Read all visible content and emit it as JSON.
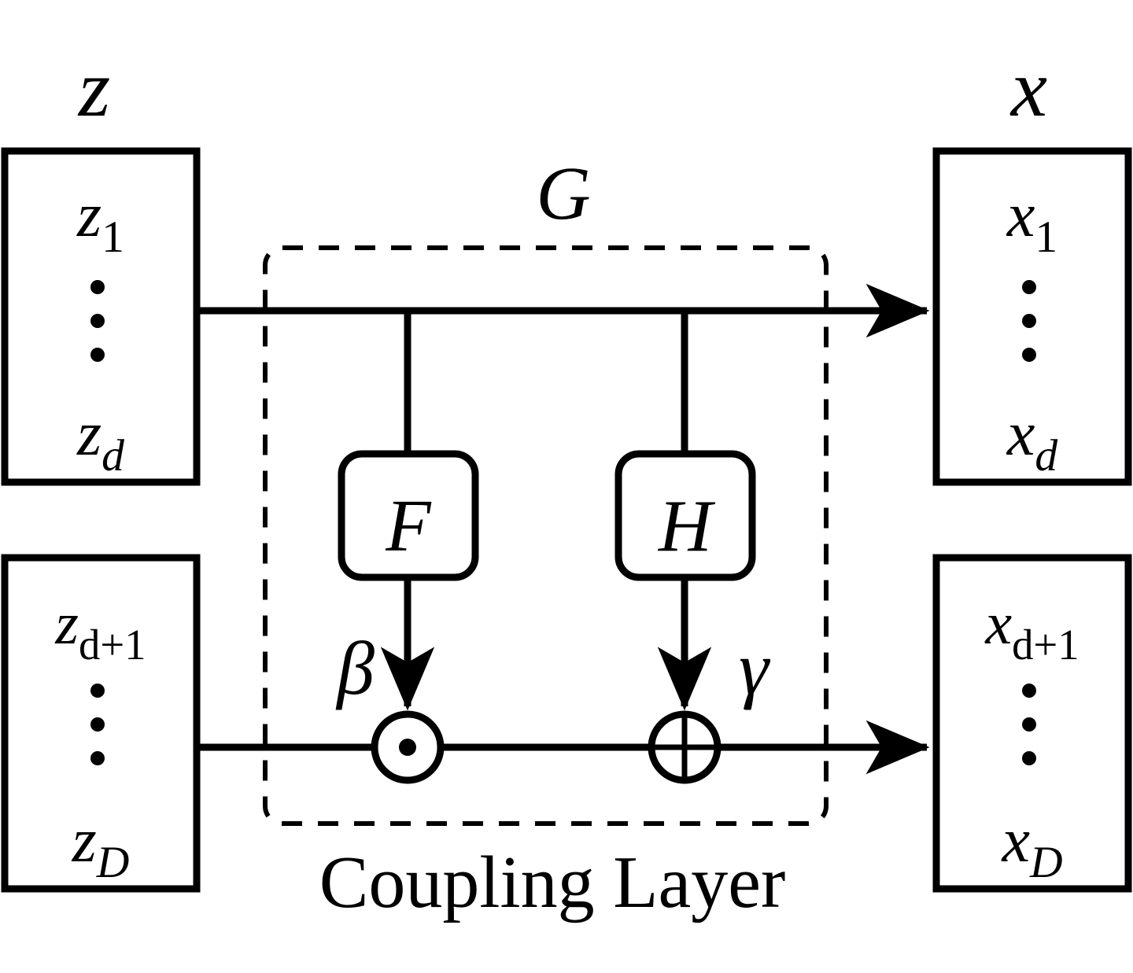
{
  "figure": {
    "caption": "Coupling Layer",
    "transform_label": "G",
    "input_vector_label": "z",
    "output_vector_label": "x",
    "colors": {
      "stroke": "#000000",
      "background": "#ffffff"
    }
  },
  "input_blocks": [
    {
      "id": "z-upper",
      "top_entry": "z",
      "top_entry_sub": "1",
      "bottom_entry": "z",
      "bottom_entry_sub": "d",
      "ellipsis": "⋮"
    },
    {
      "id": "z-lower",
      "top_entry": "z",
      "top_entry_sub": "d+1",
      "bottom_entry": "z",
      "bottom_entry_sub": "D",
      "ellipsis": "⋮"
    }
  ],
  "output_blocks": [
    {
      "id": "x-upper",
      "top_entry": "x",
      "top_entry_sub": "1",
      "bottom_entry": "x",
      "bottom_entry_sub": "d",
      "ellipsis": "⋮"
    },
    {
      "id": "x-lower",
      "top_entry": "x",
      "top_entry_sub": "d+1",
      "bottom_entry": "x",
      "bottom_entry_sub": "D",
      "ellipsis": "⋮"
    }
  ],
  "networks": [
    {
      "id": "F",
      "label": "F"
    },
    {
      "id": "H",
      "label": "H"
    }
  ],
  "parameters": [
    {
      "id": "beta",
      "label": "β",
      "from": "F"
    },
    {
      "id": "gamma",
      "label": "γ",
      "from": "H"
    }
  ],
  "operators": [
    {
      "id": "hadamard-product",
      "glyph": "⊙",
      "name": "elementwise-multiply"
    },
    {
      "id": "elementwise-sum",
      "glyph": "⊕",
      "name": "elementwise-add"
    }
  ]
}
